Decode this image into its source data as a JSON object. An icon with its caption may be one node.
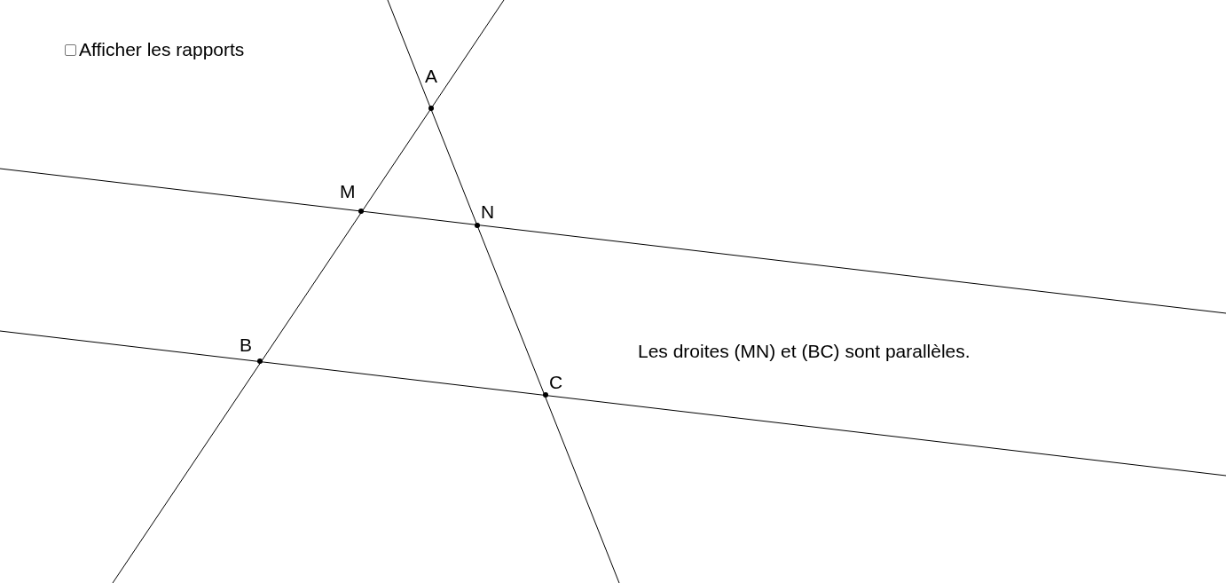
{
  "diagram": {
    "labels": [
      "Afficher les rapports",
      "A",
      "M",
      "N",
      "B",
      "C",
      "Les droites (MN) et (BC) sont parallèles."
    ]
  }
}
